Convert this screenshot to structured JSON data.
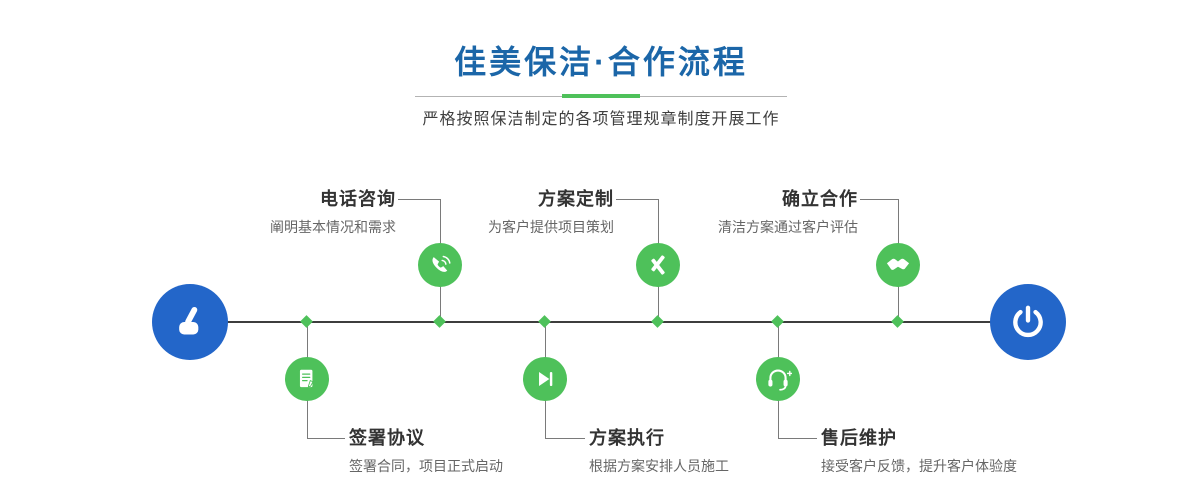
{
  "header": {
    "title": "佳美保洁·合作流程",
    "subtitle": "严格按照保洁制定的各项管理规章制度开展工作"
  },
  "colors": {
    "title_blue": "#1b66a8",
    "node_green": "#4ec15a",
    "endpoint_blue": "#2366c9",
    "timeline_dark": "#3d3d3d"
  },
  "timeline": {
    "start_icon": "pointing-hand-icon",
    "end_icon": "power-icon"
  },
  "steps_top": [
    {
      "title": "电话咨询",
      "desc": "阐明基本情况和需求",
      "icon": "phone-icon"
    },
    {
      "title": "方案定制",
      "desc": "为客户提供项目策划",
      "icon": "pencil-ruler-icon"
    },
    {
      "title": "确立合作",
      "desc": "清洁方案通过客户评估",
      "icon": "handshake-icon"
    }
  ],
  "steps_bottom": [
    {
      "title": "签署协议",
      "desc": "签署合同，项目正式启动",
      "icon": "contract-icon"
    },
    {
      "title": "方案执行",
      "desc": "根据方案安排人员施工",
      "icon": "play-icon"
    },
    {
      "title": "售后维护",
      "desc": "接受客户反馈，提升客户体验度",
      "icon": "headset-icon"
    }
  ]
}
